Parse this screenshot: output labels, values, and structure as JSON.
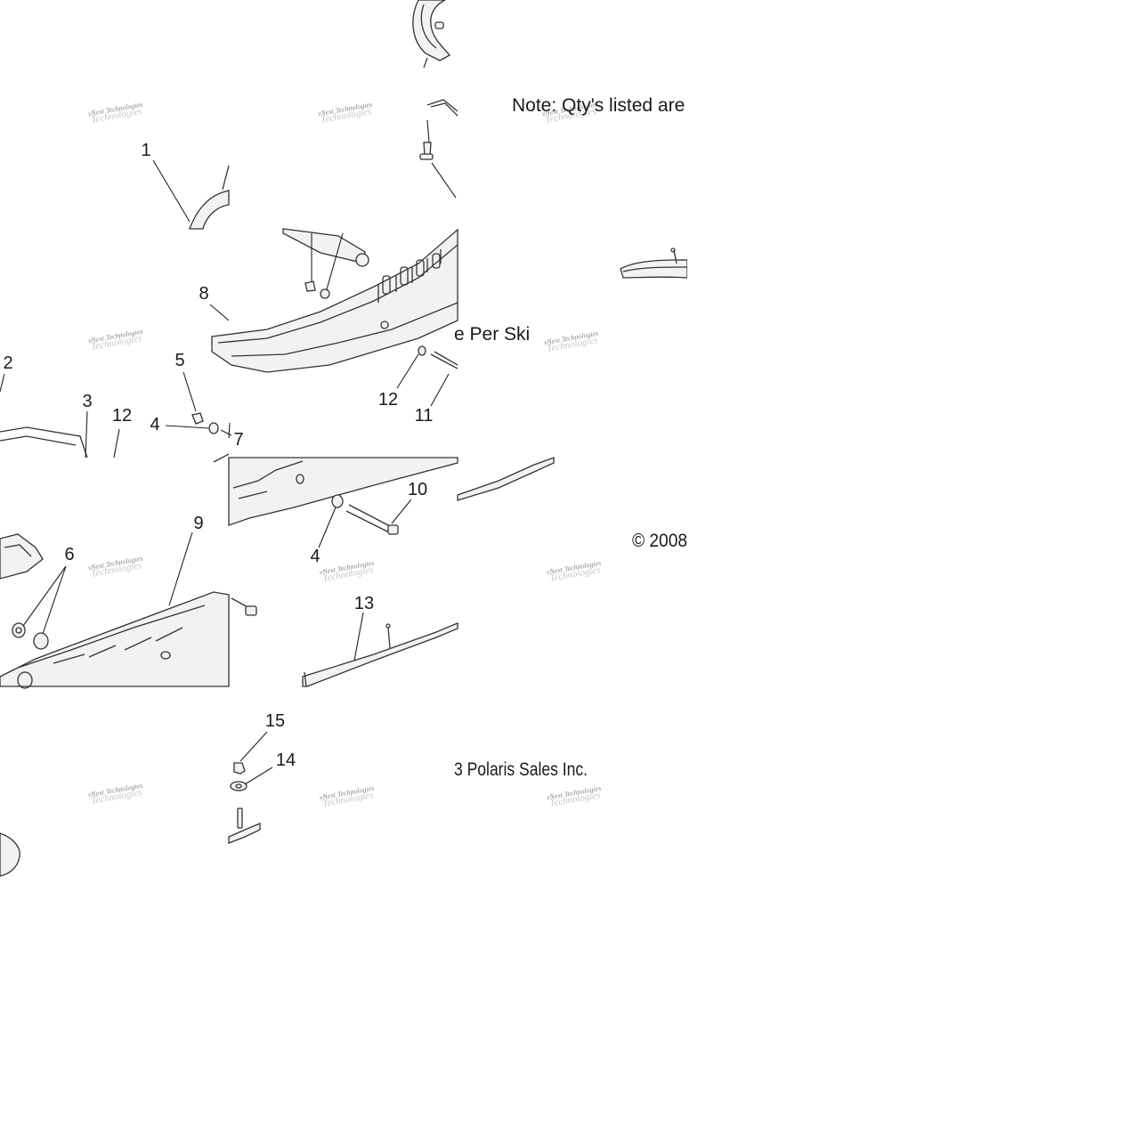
{
  "callouts": [
    {
      "id": "1",
      "label": "1"
    },
    {
      "id": "2",
      "label": "2"
    },
    {
      "id": "3",
      "label": "3"
    },
    {
      "id": "4a",
      "label": "4"
    },
    {
      "id": "4b",
      "label": "4"
    },
    {
      "id": "5",
      "label": "5"
    },
    {
      "id": "6",
      "label": "6"
    },
    {
      "id": "7",
      "label": "7"
    },
    {
      "id": "8",
      "label": "8"
    },
    {
      "id": "9",
      "label": "9"
    },
    {
      "id": "10",
      "label": "10"
    },
    {
      "id": "11",
      "label": "11"
    },
    {
      "id": "12a",
      "label": "12"
    },
    {
      "id": "12b",
      "label": "12"
    },
    {
      "id": "13",
      "label": "13"
    },
    {
      "id": "14",
      "label": "14"
    },
    {
      "id": "15",
      "label": "15"
    }
  ],
  "notes": {
    "qty_line": "Note: Qty's listed are",
    "per_ski": "e Per Ski",
    "copyright_part1": "© 2008",
    "copyright_part2": "3 Polaris Sales Inc."
  },
  "watermark": {
    "line1": "vNext Technologies",
    "line2": "Technologies"
  }
}
